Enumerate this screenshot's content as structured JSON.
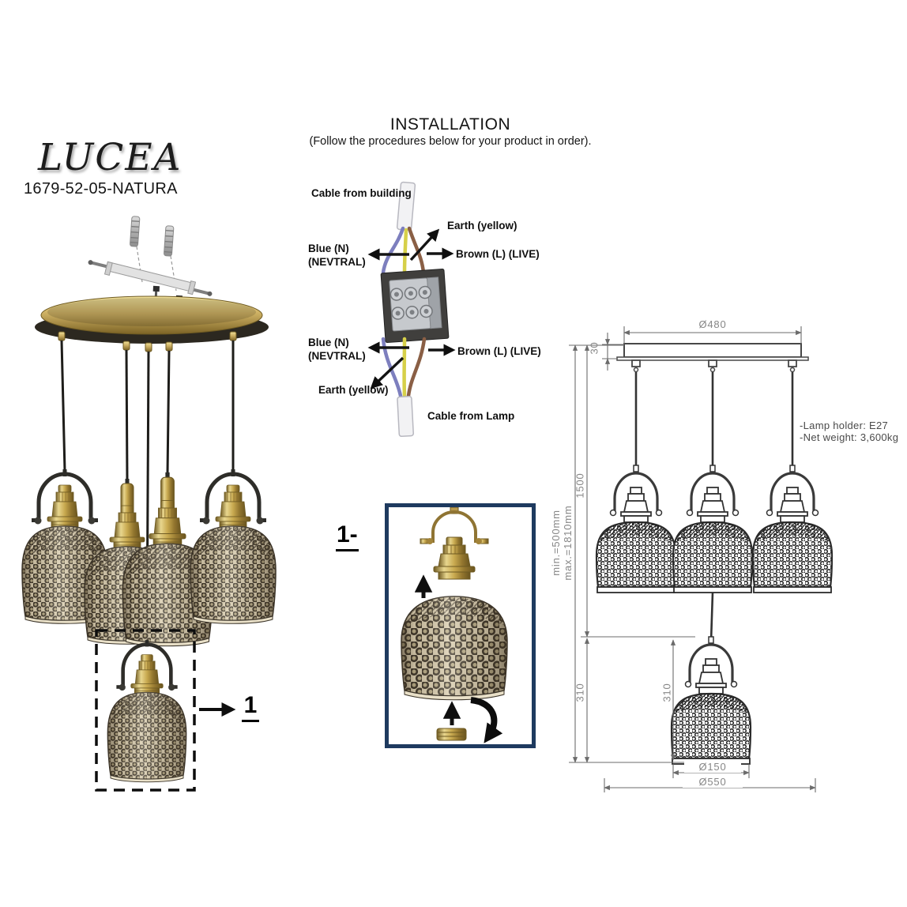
{
  "header": {
    "title": "LUCEA",
    "model": "1679-52-05-NATURA"
  },
  "installation": {
    "title": "INSTALLATION",
    "subtitle": "(Follow the procedures below for your product in order)."
  },
  "wiring": {
    "cable_from_building": "Cable from building",
    "earth_top": "Earth (yellow)",
    "neutral_top_line1": "Blue (N)",
    "neutral_top_line2": "(NEVTRAL)",
    "live_top": "Brown (L) (LIVE)",
    "neutral_bottom_line1": "Blue (N)",
    "neutral_bottom_line2": "(NEVTRAL)",
    "live_bottom": "Brown (L) (LIVE)",
    "earth_bottom": "Earth (yellow)",
    "cable_from_lamp": "Cable from Lamp"
  },
  "assembly": {
    "step_label": "1-"
  },
  "callout": {
    "label": "1"
  },
  "dimensions": {
    "canopy_diameter": "Ø480",
    "canopy_height": "30",
    "suspension_length": "1500",
    "height_min": "min.=500mm",
    "height_max": "max.=1810mm",
    "lower_drop_left": "310",
    "lower_drop_right": "310",
    "shade_diameter": "Ø150",
    "overall_width": "Ø550"
  },
  "notes": {
    "lamp_holder": "-Lamp holder: E27",
    "net_weight": "-Net weight: 3,600kg"
  },
  "colors": {
    "brass": "#c2a557",
    "shade_beige": "#d7cbae",
    "step_box_border": "#1e3a5f",
    "drawing_line": "#474747",
    "dim_text": "#878787",
    "wire_blue": "#7d7fbe",
    "wire_yellow": "#d6d049",
    "wire_brown": "#8a5f45"
  }
}
